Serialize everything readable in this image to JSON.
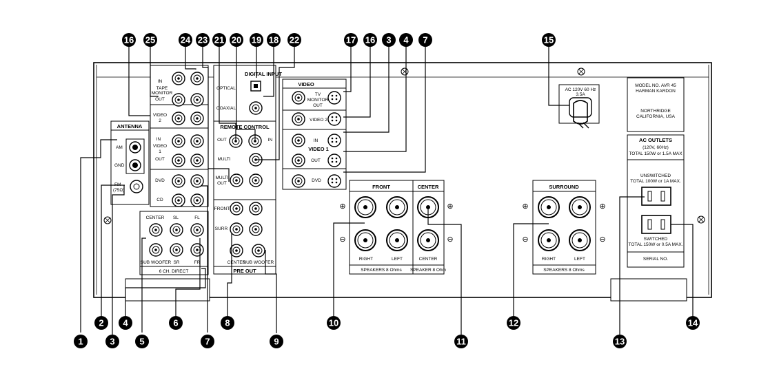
{
  "diagram": {
    "callouts": {
      "n1": "1",
      "n2": "2",
      "n3": "3",
      "n4": "4",
      "n5": "5",
      "n6": "6",
      "n7": "7",
      "n8": "8",
      "n9": "9",
      "n10": "10",
      "n11": "11",
      "n12": "12",
      "n13": "13",
      "n14": "14",
      "n15": "15",
      "n16": "16",
      "n17": "17",
      "n18": "18",
      "n19": "19",
      "n20": "20",
      "n21": "21",
      "n22": "22",
      "n23": "23",
      "n24": "24",
      "n25": "25"
    },
    "antenna": {
      "title": "ANTENNA",
      "am": "AM",
      "gnd": "GND",
      "fm": "FM",
      "fm_imp": "(75Ω)"
    },
    "audio": {
      "in": "IN",
      "tape_monitor_1": "TAPE",
      "tape_monitor_2": "MONITOR",
      "out": "OUT",
      "video2_1": "VIDEO",
      "video2_2": "2",
      "in2": "IN",
      "video1_1": "VIDEO",
      "video1_2": "1",
      "out2": "OUT",
      "dvd": "DVD",
      "cd": "CD"
    },
    "six_ch": {
      "center": "CENTER",
      "sl": "SL",
      "fl": "FL",
      "sub": "SUB WOOFER",
      "sr": "SR",
      "fr": "FR",
      "title": "6 CH. DIRECT"
    },
    "digital": {
      "title": "DIGITAL INPUT",
      "optical": "OPTICAL",
      "coaxial": "COAXIAL"
    },
    "remote": {
      "title": "REMOTE CONTROL",
      "out": "OUT",
      "in": "IN",
      "multi": "MULTI",
      "multi_out_1": "MULTI",
      "multi_out_2": "OUT"
    },
    "pre_out": {
      "front": "FRONT",
      "surr": "SURR",
      "center": "CENTER",
      "sub": "SUB WOOFER",
      "title": "PRE OUT"
    },
    "video": {
      "title": "VIDEO",
      "tv_1": "TV",
      "tv_2": "MONITOR",
      "tv_3": "OUT",
      "video2": "VIDEO 2",
      "in": "IN",
      "video1": "VIDEO 1",
      "out": "OUT",
      "dvd": "DVD"
    },
    "speakers": {
      "front": "FRONT",
      "center": "CENTER",
      "surround": "SURROUND",
      "right": "RIGHT",
      "left": "LEFT",
      "center_lbl": "CENTER",
      "spk8": "SPEAKERS 8 Ohms",
      "spk8c": "SPEAKER 8 Ohm",
      "right2": "RIGHT",
      "left2": "LEFT",
      "spk8s": "SPEAKERS 8 Ohms",
      "plus": "⊕",
      "minus": "⊖"
    },
    "power": {
      "ac_1": "AC 120V 60 Hz",
      "ac_2": "3.5A"
    },
    "model": {
      "l1": "MODEL NO. AVR 45",
      "l2": "HARMAN KARDON",
      "l3": "NORTHRIDGE",
      "l4": "CALIFORNIA, USA"
    },
    "outlets": {
      "title": "AC OUTLETS",
      "spec_1": "(120V, 60Hz)",
      "spec_2": "TOTAL  150W or 1.5A  MAX",
      "unsw_1": "UNSWITCHED",
      "unsw_2": "TOTAL  100W or 1A  MAX.",
      "sw_1": "SWITCHED",
      "sw_2": "TOTAL  150W or 0.5A  MAX.",
      "serial": "SERIAL NO."
    }
  }
}
